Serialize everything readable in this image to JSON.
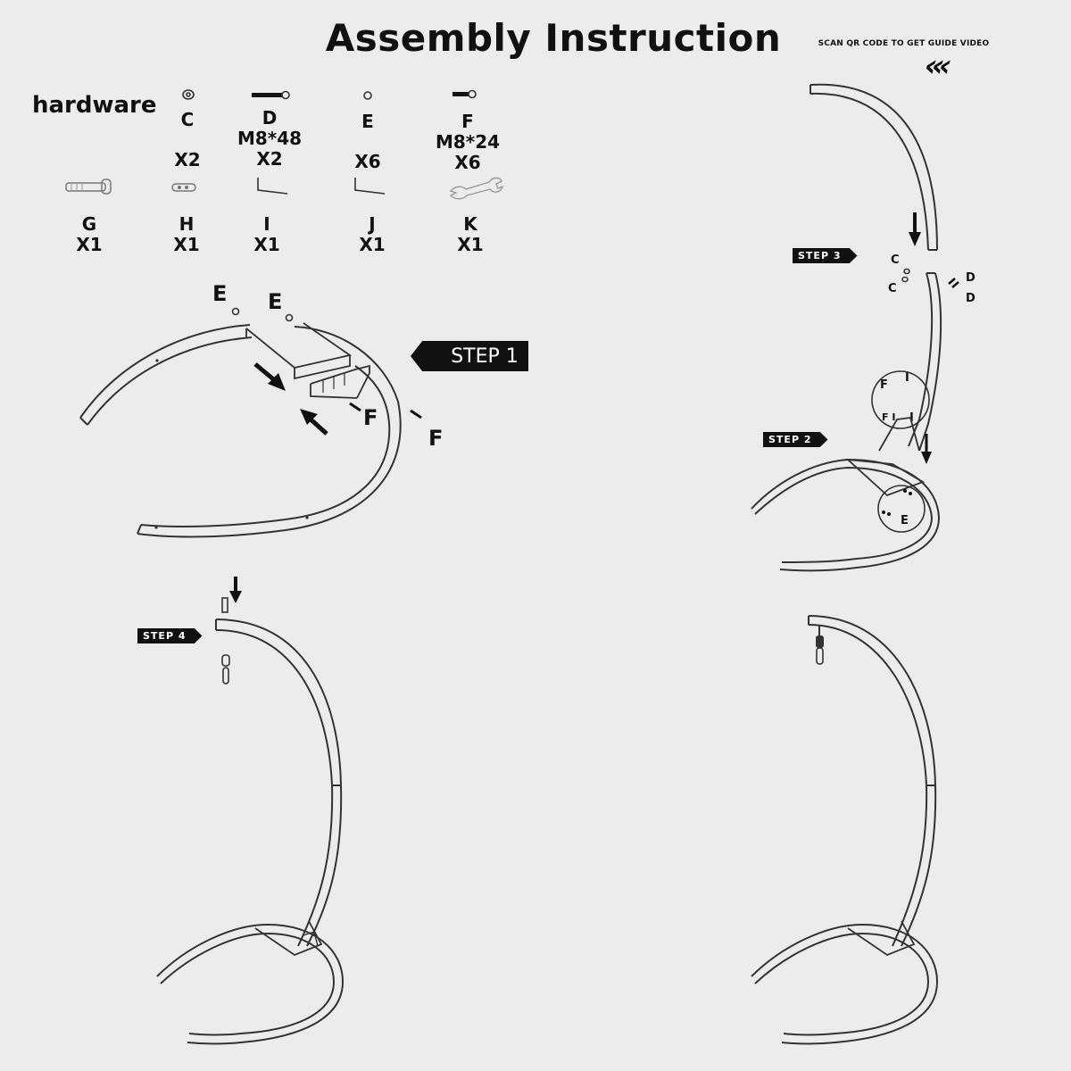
{
  "title": "Assembly Instruction",
  "qr": {
    "text": "SCAN QR CODE TO GET GUIDE VIDEO",
    "chevrons": "‹‹‹"
  },
  "hardware": {
    "label": "hardware",
    "items": [
      {
        "letter": "C",
        "spec": "",
        "qty": "X2",
        "icon": "washer-icon"
      },
      {
        "letter": "D",
        "spec": "M8*48",
        "qty": "X2",
        "icon": "long-bolt-icon"
      },
      {
        "letter": "E",
        "spec": "",
        "qty": "X6",
        "icon": "small-washer-icon"
      },
      {
        "letter": "F",
        "spec": "M8*24",
        "qty": "X6",
        "icon": "short-bolt-icon"
      },
      {
        "letter": "G",
        "spec": "",
        "qty": "X1",
        "icon": "bolt-icon"
      },
      {
        "letter": "H",
        "spec": "",
        "qty": "X1",
        "icon": "pin-icon"
      },
      {
        "letter": "I",
        "spec": "",
        "qty": "X1",
        "icon": "allen-key-icon"
      },
      {
        "letter": "J",
        "spec": "",
        "qty": "X1",
        "icon": "allen-key-icon"
      },
      {
        "letter": "K",
        "spec": "",
        "qty": "X1",
        "icon": "wrench-icon"
      }
    ]
  },
  "steps": {
    "step1": {
      "label": "STEP 1",
      "callouts": [
        "E",
        "E",
        "F",
        "F"
      ]
    },
    "step2": {
      "label": "STEP 2",
      "callouts": [
        "E"
      ]
    },
    "step3": {
      "label": "STEP 3",
      "callouts": [
        "C",
        "C",
        "D",
        "D"
      ],
      "detail": [
        "F",
        "I",
        "F I",
        "I"
      ]
    },
    "step4": {
      "label": "STEP 4"
    }
  },
  "colors": {
    "background": "#ececec",
    "ink": "#111111"
  }
}
